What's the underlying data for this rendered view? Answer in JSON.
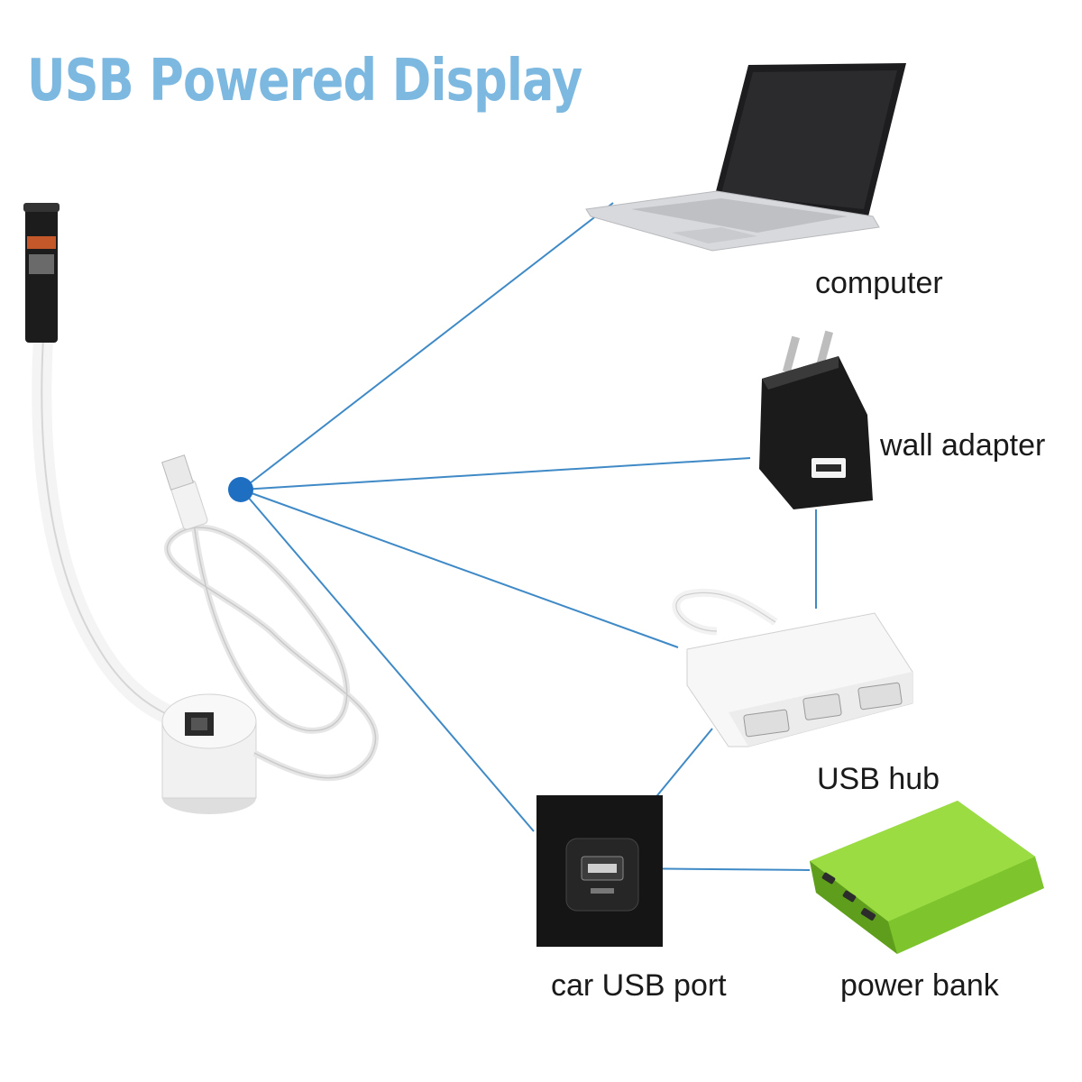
{
  "title": "USB Powered Display",
  "hub_point_color": "#1e6fc2",
  "connector_line_color": "#3f8ac6",
  "title_color": "#7db8e0",
  "devices": [
    {
      "id": "computer",
      "label": "computer",
      "icon": "laptop-icon"
    },
    {
      "id": "wall-adapter",
      "label": "wall adapter",
      "icon": "wall-adapter-icon"
    },
    {
      "id": "usb-hub",
      "label": "USB hub",
      "icon": "usb-hub-icon"
    },
    {
      "id": "car-usb-port",
      "label": "car USB port",
      "icon": "car-usb-port-icon"
    },
    {
      "id": "power-bank",
      "label": "power bank",
      "icon": "power-bank-icon"
    }
  ],
  "product": {
    "icon": "usb-gooseneck-lamp-icon"
  }
}
